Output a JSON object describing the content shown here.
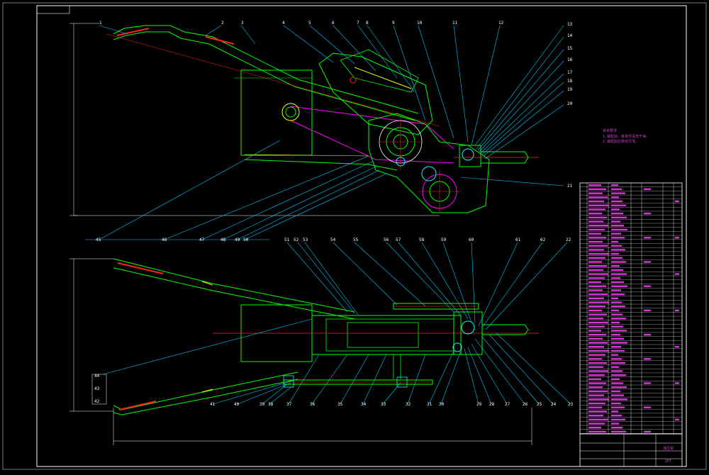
{
  "colors": {
    "background": "#000000",
    "frame": "#ffffff",
    "outline": "#00ff00",
    "leader": "#00c8ff",
    "center_line": "#ff2020",
    "magenta": "#ff00ff",
    "yellow": "#ffff00",
    "cyan": "#00ffff",
    "bom_text": "#ff40ff"
  },
  "top_view": {
    "labels": [
      "1",
      "2",
      "3",
      "4",
      "5",
      "6",
      "7",
      "8",
      "9",
      "10",
      "11",
      "12",
      "13",
      "14",
      "15",
      "16",
      "17",
      "18",
      "19",
      "20",
      "21",
      "45",
      "46",
      "47",
      "48",
      "49",
      "50"
    ]
  },
  "bottom_view": {
    "labels": [
      "51",
      "52",
      "53",
      "54",
      "55",
      "56",
      "57",
      "58",
      "59",
      "60",
      "61",
      "62",
      "22",
      "44",
      "43",
      "42",
      "41",
      "40",
      "39",
      "38",
      "37",
      "36",
      "35",
      "34",
      "33",
      "32",
      "31",
      "30",
      "29",
      "28",
      "27",
      "26",
      "25",
      "24",
      "23"
    ]
  },
  "notes": {
    "title": "技术要求",
    "lines": [
      "1.装配前，各零件清洗干净。",
      "2.装配后应转动灵活。"
    ]
  },
  "title_block": {
    "drawing_name": "液压钳",
    "code": "ZPT"
  }
}
